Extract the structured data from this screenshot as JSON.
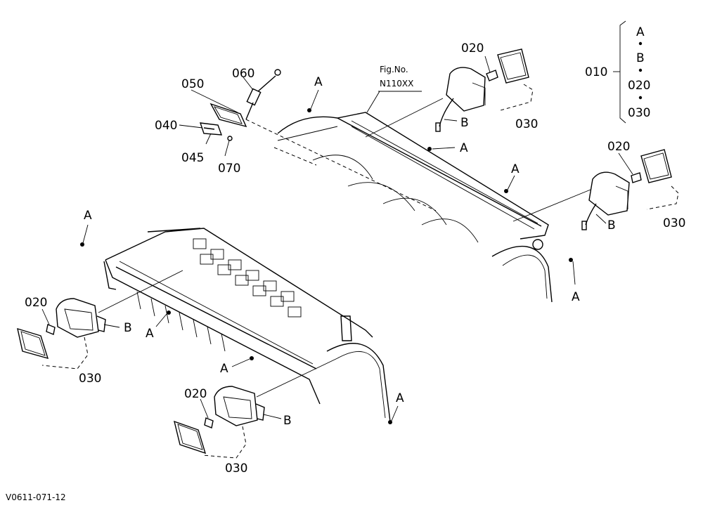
{
  "figure_ref": {
    "line1": "Fig.No.",
    "line2": "N110XX"
  },
  "footer_code": "V0611-071-12",
  "legend": {
    "assembly": "010",
    "items": [
      "A",
      "B",
      "020",
      "030"
    ]
  },
  "callouts": {
    "c050": "050",
    "c060": "060",
    "c040": "040",
    "c045": "045",
    "c070": "070",
    "tr_020": "020",
    "tr_b": "B",
    "tr_030": "030",
    "mr_020": "020",
    "mr_b": "B",
    "mr_030": "030",
    "bl_020": "020",
    "bl_b": "B",
    "bl_030": "030",
    "bc_020": "020",
    "bc_b": "B",
    "bc_030": "030",
    "a1": "A",
    "a2": "A",
    "a3": "A",
    "a4": "A",
    "a5": "A",
    "a6": "A",
    "a7": "A",
    "a8": "A"
  }
}
